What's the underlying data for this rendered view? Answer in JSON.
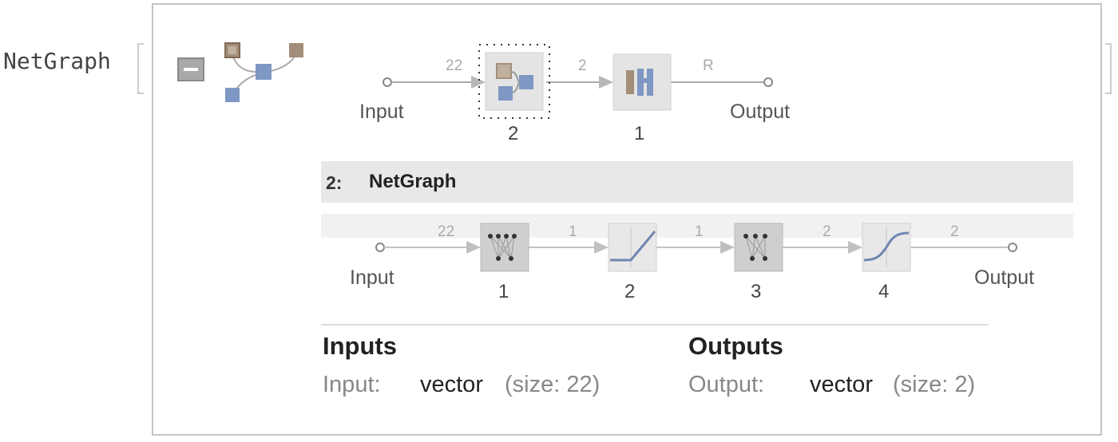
{
  "header": {
    "symbol": "NetGraph"
  },
  "top_graph": {
    "input_label": "Input",
    "output_label": "Output",
    "edges": [
      "22",
      "2",
      "R"
    ],
    "nodes": [
      {
        "index": "2",
        "icon": "subgraph-icon",
        "selected": true
      },
      {
        "index": "1",
        "icon": "aggregation-layer-icon",
        "selected": false
      }
    ]
  },
  "section_bar": {
    "index": "2:",
    "title": "NetGraph"
  },
  "sub_graph": {
    "input_label": "Input",
    "output_label": "Output",
    "edges": [
      "22",
      "1",
      "1",
      "2",
      "2"
    ],
    "nodes": [
      {
        "index": "1",
        "icon": "linear-layer-icon"
      },
      {
        "index": "2",
        "icon": "ramp-activation-icon"
      },
      {
        "index": "3",
        "icon": "linear-layer-icon"
      },
      {
        "index": "4",
        "icon": "logistic-sigmoid-icon"
      }
    ]
  },
  "ports": {
    "inputs_heading": "Inputs",
    "outputs_heading": "Outputs",
    "input": {
      "name": "Input:",
      "type": "vector",
      "size": "(size: 22)"
    },
    "output": {
      "name": "Output:",
      "type": "vector",
      "size": "(size: 2)"
    }
  },
  "colors": {
    "blue_node": "#7f97c3",
    "brown_node": "#a38f79",
    "layer_box": "#e4e4e4"
  }
}
